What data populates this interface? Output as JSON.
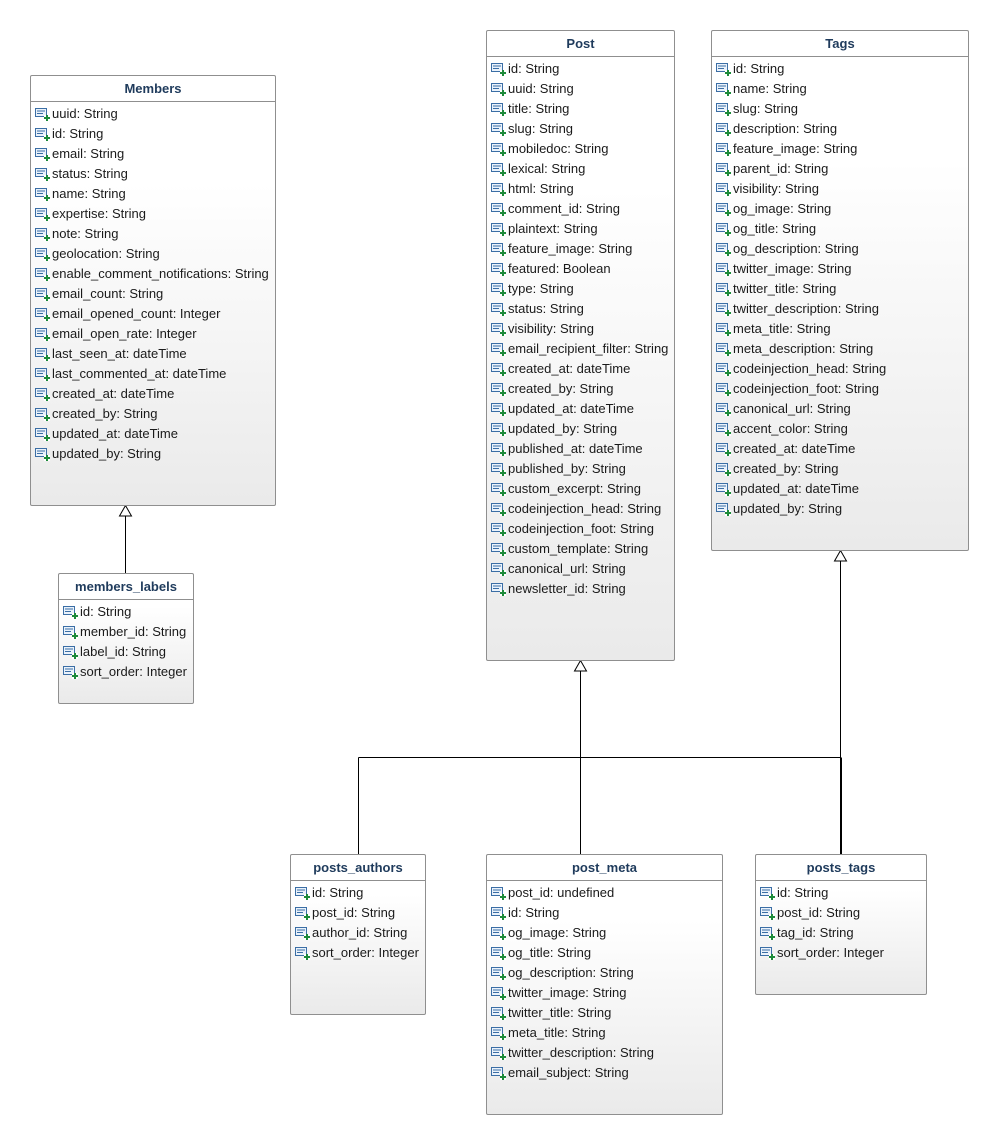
{
  "classes": [
    {
      "id": "members",
      "name": "Members",
      "attributes": [
        "uuid: String",
        "id: String",
        "email: String",
        "status: String",
        "name: String",
        "expertise: String",
        "note: String",
        "geolocation: String",
        "enable_comment_notifications: String",
        "email_count: String",
        "email_opened_count: Integer",
        "email_open_rate: Integer",
        "last_seen_at: dateTime",
        "last_commented_at: dateTime",
        "created_at: dateTime",
        "created_by: String",
        "updated_at: dateTime",
        "updated_by: String"
      ]
    },
    {
      "id": "members_labels",
      "name": "members_labels",
      "attributes": [
        "id: String",
        "member_id: String",
        "label_id: String",
        "sort_order: Integer"
      ]
    },
    {
      "id": "post",
      "name": "Post",
      "attributes": [
        "id: String",
        "uuid: String",
        "title: String",
        "slug: String",
        "mobiledoc: String",
        "lexical: String",
        "html: String",
        "comment_id: String",
        "plaintext: String",
        "feature_image: String",
        "featured: Boolean",
        "type: String",
        "status: String",
        "visibility: String",
        "email_recipient_filter: String",
        "created_at: dateTime",
        "created_by: String",
        "updated_at: dateTime",
        "updated_by: String",
        "published_at: dateTime",
        "published_by: String",
        "custom_excerpt: String",
        "codeinjection_head: String",
        "codeinjection_foot: String",
        "custom_template: String",
        "canonical_url: String",
        "newsletter_id: String"
      ]
    },
    {
      "id": "tags",
      "name": "Tags",
      "attributes": [
        "id: String",
        "name: String",
        "slug: String",
        "description: String",
        "feature_image: String",
        "parent_id: String",
        "visibility: String",
        "og_image: String",
        "og_title: String",
        "og_description: String",
        "twitter_image: String",
        "twitter_title: String",
        "twitter_description: String",
        "meta_title: String",
        "meta_description: String",
        "codeinjection_head: String",
        "codeinjection_foot: String",
        "canonical_url: String",
        "accent_color: String",
        "created_at: dateTime",
        "created_by: String",
        "updated_at: dateTime",
        "updated_by: String"
      ]
    },
    {
      "id": "posts_authors",
      "name": "posts_authors",
      "attributes": [
        "id: String",
        "post_id: String",
        "author_id: String",
        "sort_order: Integer"
      ]
    },
    {
      "id": "post_meta",
      "name": "post_meta",
      "attributes": [
        "post_id: undefined",
        "id: String",
        "og_image: String",
        "og_title: String",
        "og_description: String",
        "twitter_image: String",
        "twitter_title: String",
        "meta_title: String",
        "twitter_description: String",
        "email_subject: String"
      ]
    },
    {
      "id": "posts_tags",
      "name": "posts_tags",
      "attributes": [
        "id: String",
        "post_id: String",
        "tag_id: String",
        "sort_order: Integer"
      ]
    }
  ],
  "relations": [
    {
      "type": "generalization",
      "from": "members_labels",
      "to": "members"
    },
    {
      "type": "generalization",
      "from": "posts_authors",
      "to": "post"
    },
    {
      "type": "generalization",
      "from": "post_meta",
      "to": "post"
    },
    {
      "type": "generalization",
      "from": "posts_tags",
      "to": "post"
    },
    {
      "type": "generalization",
      "from": "posts_authors",
      "to": "tags"
    },
    {
      "type": "generalization",
      "from": "posts_tags",
      "to": "tags"
    }
  ],
  "colors": {
    "title_text": "#1f3b5c",
    "border": "#8f8f8f",
    "icon_green": "#1d8a3a",
    "icon_blue": "#3b6ea5"
  },
  "icons": {
    "attribute": "attribute-add-icon"
  }
}
